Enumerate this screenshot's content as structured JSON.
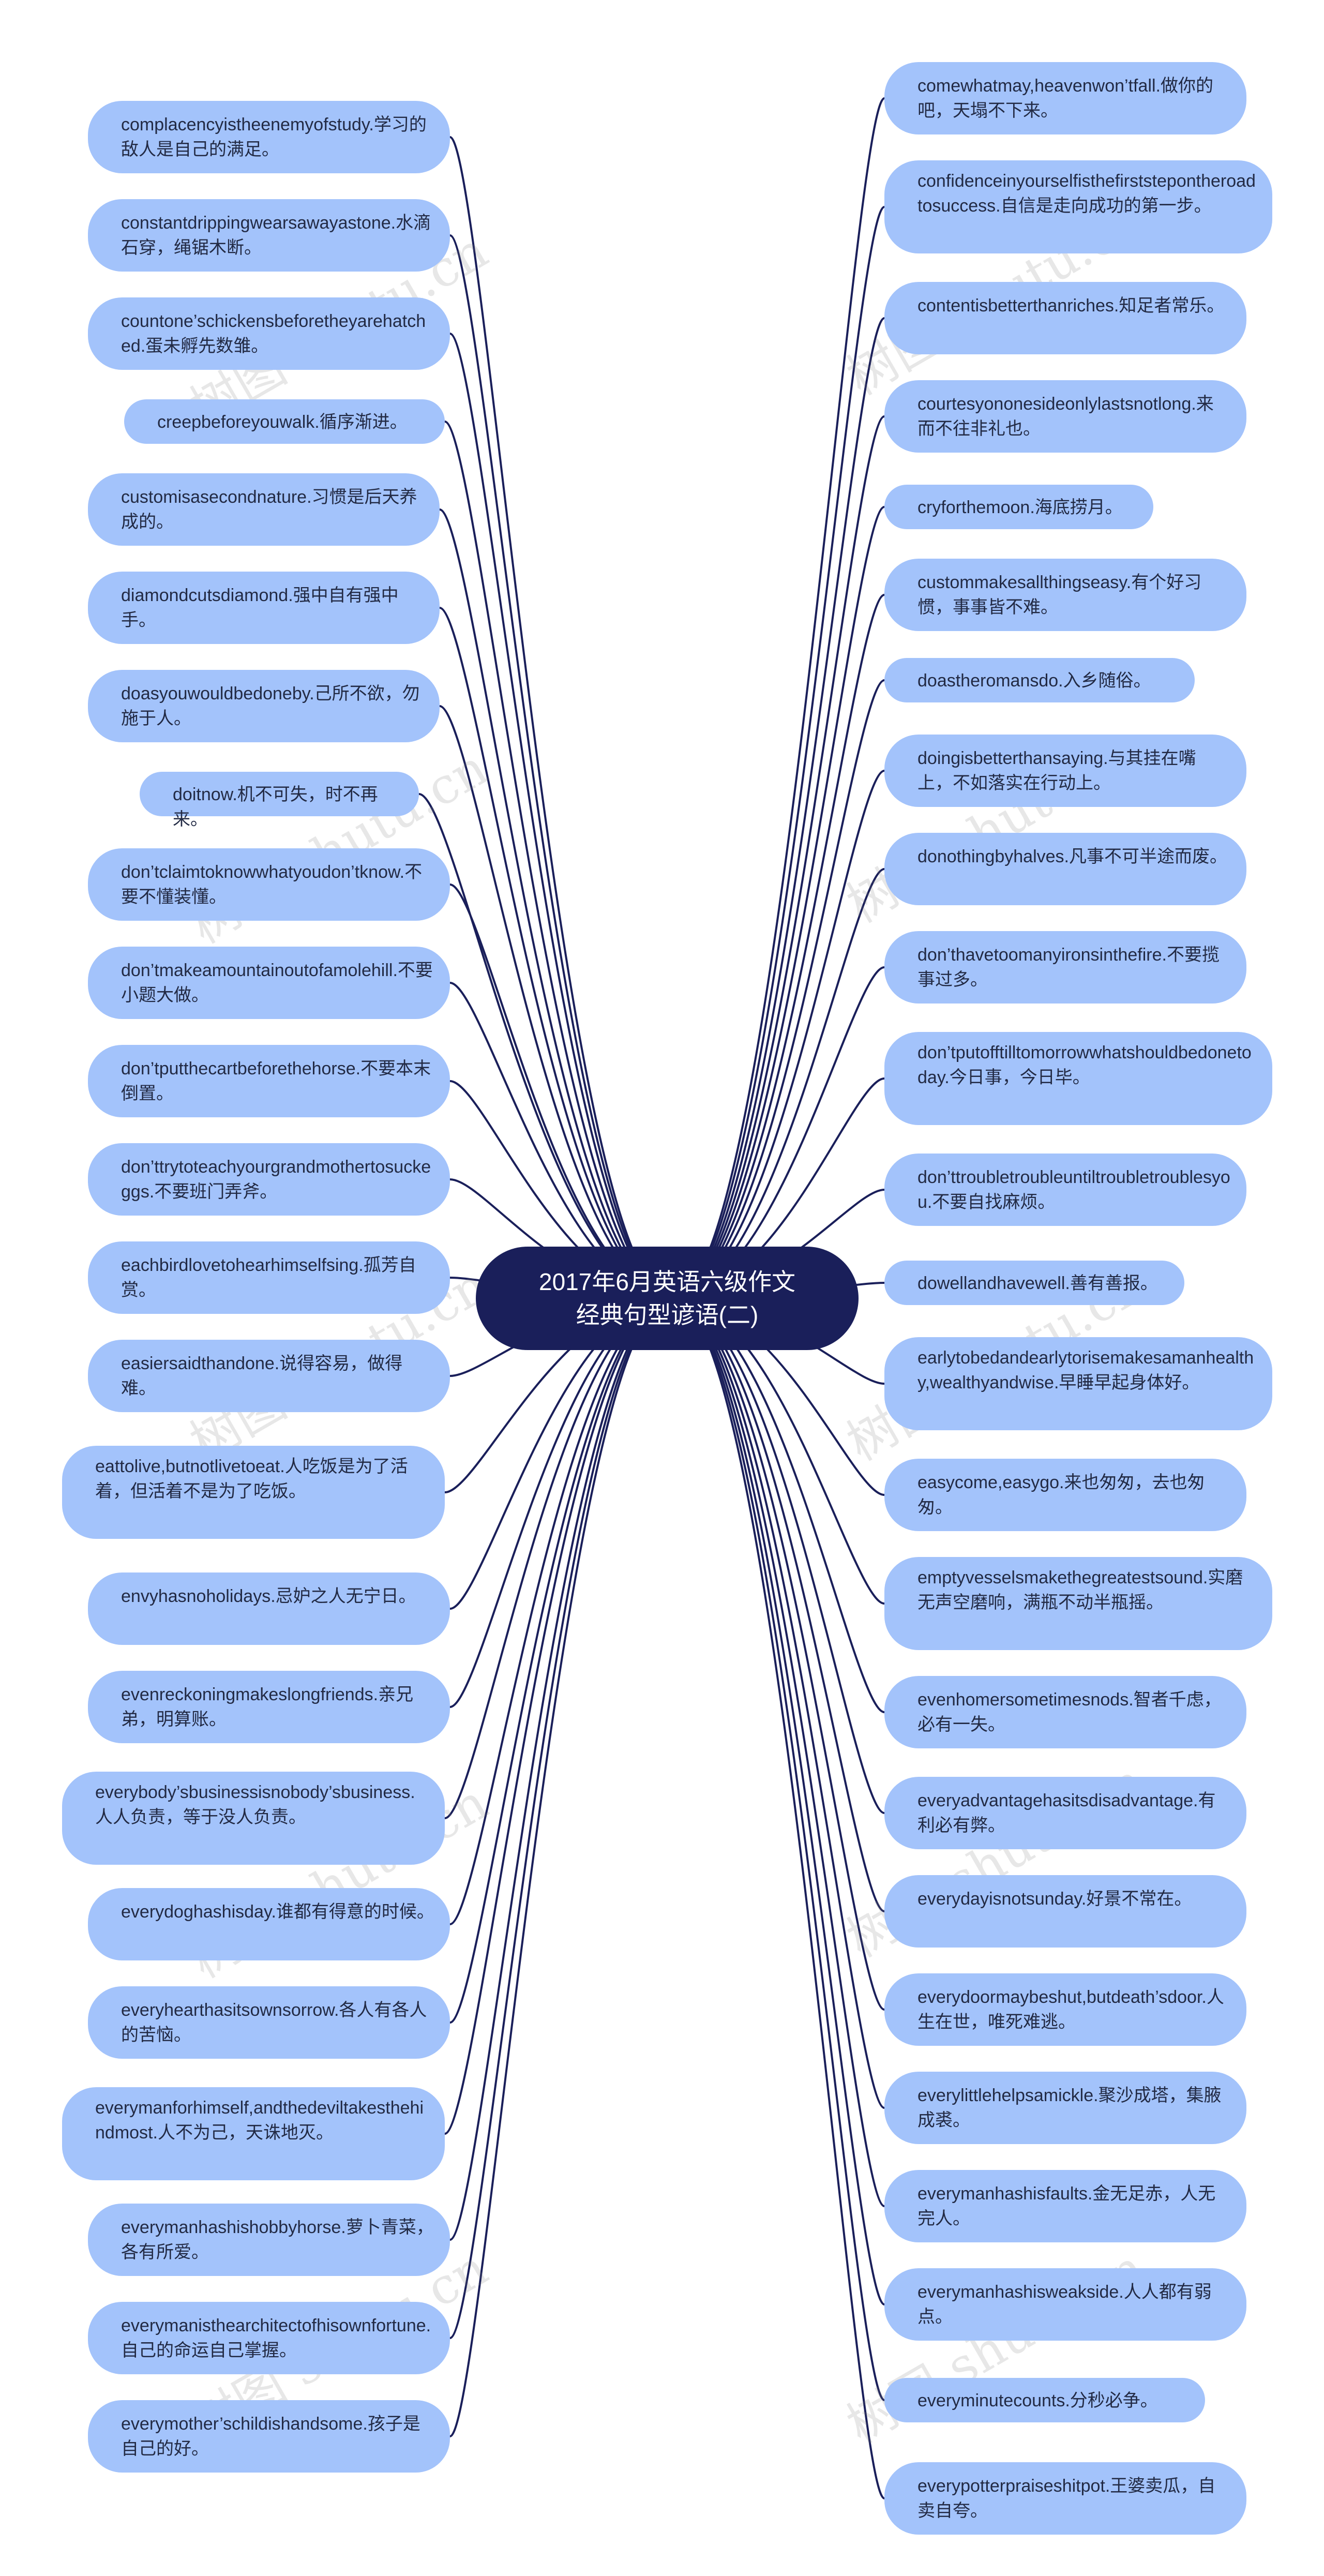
{
  "center": {
    "line1": "2017年6月英语六级作文",
    "line2": "经典句型谚语(二)"
  },
  "watermark": "树图 shutu.cn",
  "colors": {
    "center_bg": "#1a1f5a",
    "node_bg": "#a3c3fb",
    "line": "#1a1f5a"
  },
  "left": [
    "complacencyistheenemyofstudy.学习的敌人是自己的满足。",
    "constantdrippingwearsawayastone.水滴石穿，绳锯木断。",
    "countone’schickensbeforetheyarehatched.蛋未孵先数雏。",
    "creepbeforeyouwalk.循序渐进。",
    "customisasecondnature.习惯是后天养成的。",
    "diamondcutsdiamond.强中自有强中手。",
    "doasyouwouldbedoneby.己所不欲，勿施于人。",
    "doitnow.机不可失，时不再来。",
    "don’tclaimtoknowwhatyoudon’tknow.不要不懂装懂。",
    "don’tmakeamountainoutofamolehill.不要小题大做。",
    "don’tputthecartbeforethehorse.不要本末倒置。",
    "don’ttrytoteachyourgrandmothertosuckeggs.不要班门弄斧。",
    "eachbirdlovetohearhimselfsing.孤芳自赏。",
    "easiersaidthandone.说得容易，做得难。",
    "eattolive,butnotlivetoeat.人吃饭是为了活着，但活着不是为了吃饭。",
    "envyhasnoholidays.忌妒之人无宁日。",
    "evenreckoningmakeslongfriends.亲兄弟，明算账。",
    "everybody’sbusinessisnobody’sbusiness.人人负责，等于没人负责。",
    "everydoghashisday.谁都有得意的时候。",
    "everyhearthasitsownsorrow.各人有各人的苦恼。",
    "everymanforhimself,andthedeviltakesthehindmost.人不为己，天诛地灭。",
    "everymanhashishobbyhorse.萝卜青菜，各有所爱。",
    "everymanisthearchitectofhisownfortune.自己的命运自己掌握。",
    "everymother’schildishandsome.孩子是自己的好。"
  ],
  "right": [
    "comewhatmay,heavenwon’tfall.做你的吧，天塌不下来。",
    "confidenceinyourselfisthefirststepontheroadtosuccess.自信是走向成功的第一步。",
    "contentisbetterthanriches.知足者常乐。",
    "courtesyononesideonlylastsnotlong.来而不往非礼也。",
    "cryforthemoon.海底捞月。",
    "custommakesallthingseasy.有个好习惯，事事皆不难。",
    "doastheromansdo.入乡随俗。",
    "doingisbetterthansaying.与其挂在嘴上，不如落实在行动上。",
    "donothingbyhalves.凡事不可半途而废。",
    "don’thavetoomanyironsinthefire.不要揽事过多。",
    "don’tputofftilltomorrowwhatshouldbedonetoday.今日事，今日毕。",
    "don’ttroubletroubleuntiltroubletroublesyou.不要自找麻烦。",
    "dowellandhavewell.善有善报。",
    "earlytobedandearlytorisemakesamanhealthy,wealthyandwise.早睡早起身体好。",
    "easycome,easygo.来也匆匆，去也匆匆。",
    "emptyvesselsmakethegreatestsound.实磨无声空磨响，满瓶不动半瓶摇。",
    "evenhomersometimesnods.智者千虑，必有一失。",
    "everyadvantagehasitsdisadvantage.有利必有弊。",
    "everydayisnotsunday.好景不常在。",
    "everydoormaybeshut,butdeath’sdoor.人生在世，唯死难逃。",
    "everylittlehelpsamickle.聚沙成塔，集腋成裘。",
    "everymanhashisfaults.金无足赤，人无完人。",
    "everymanhashisweakside.人人都有弱点。",
    "everyminutecounts.分秒必争。",
    "everypotterpraiseshitpot.王婆卖瓜，自卖自夸。"
  ]
}
